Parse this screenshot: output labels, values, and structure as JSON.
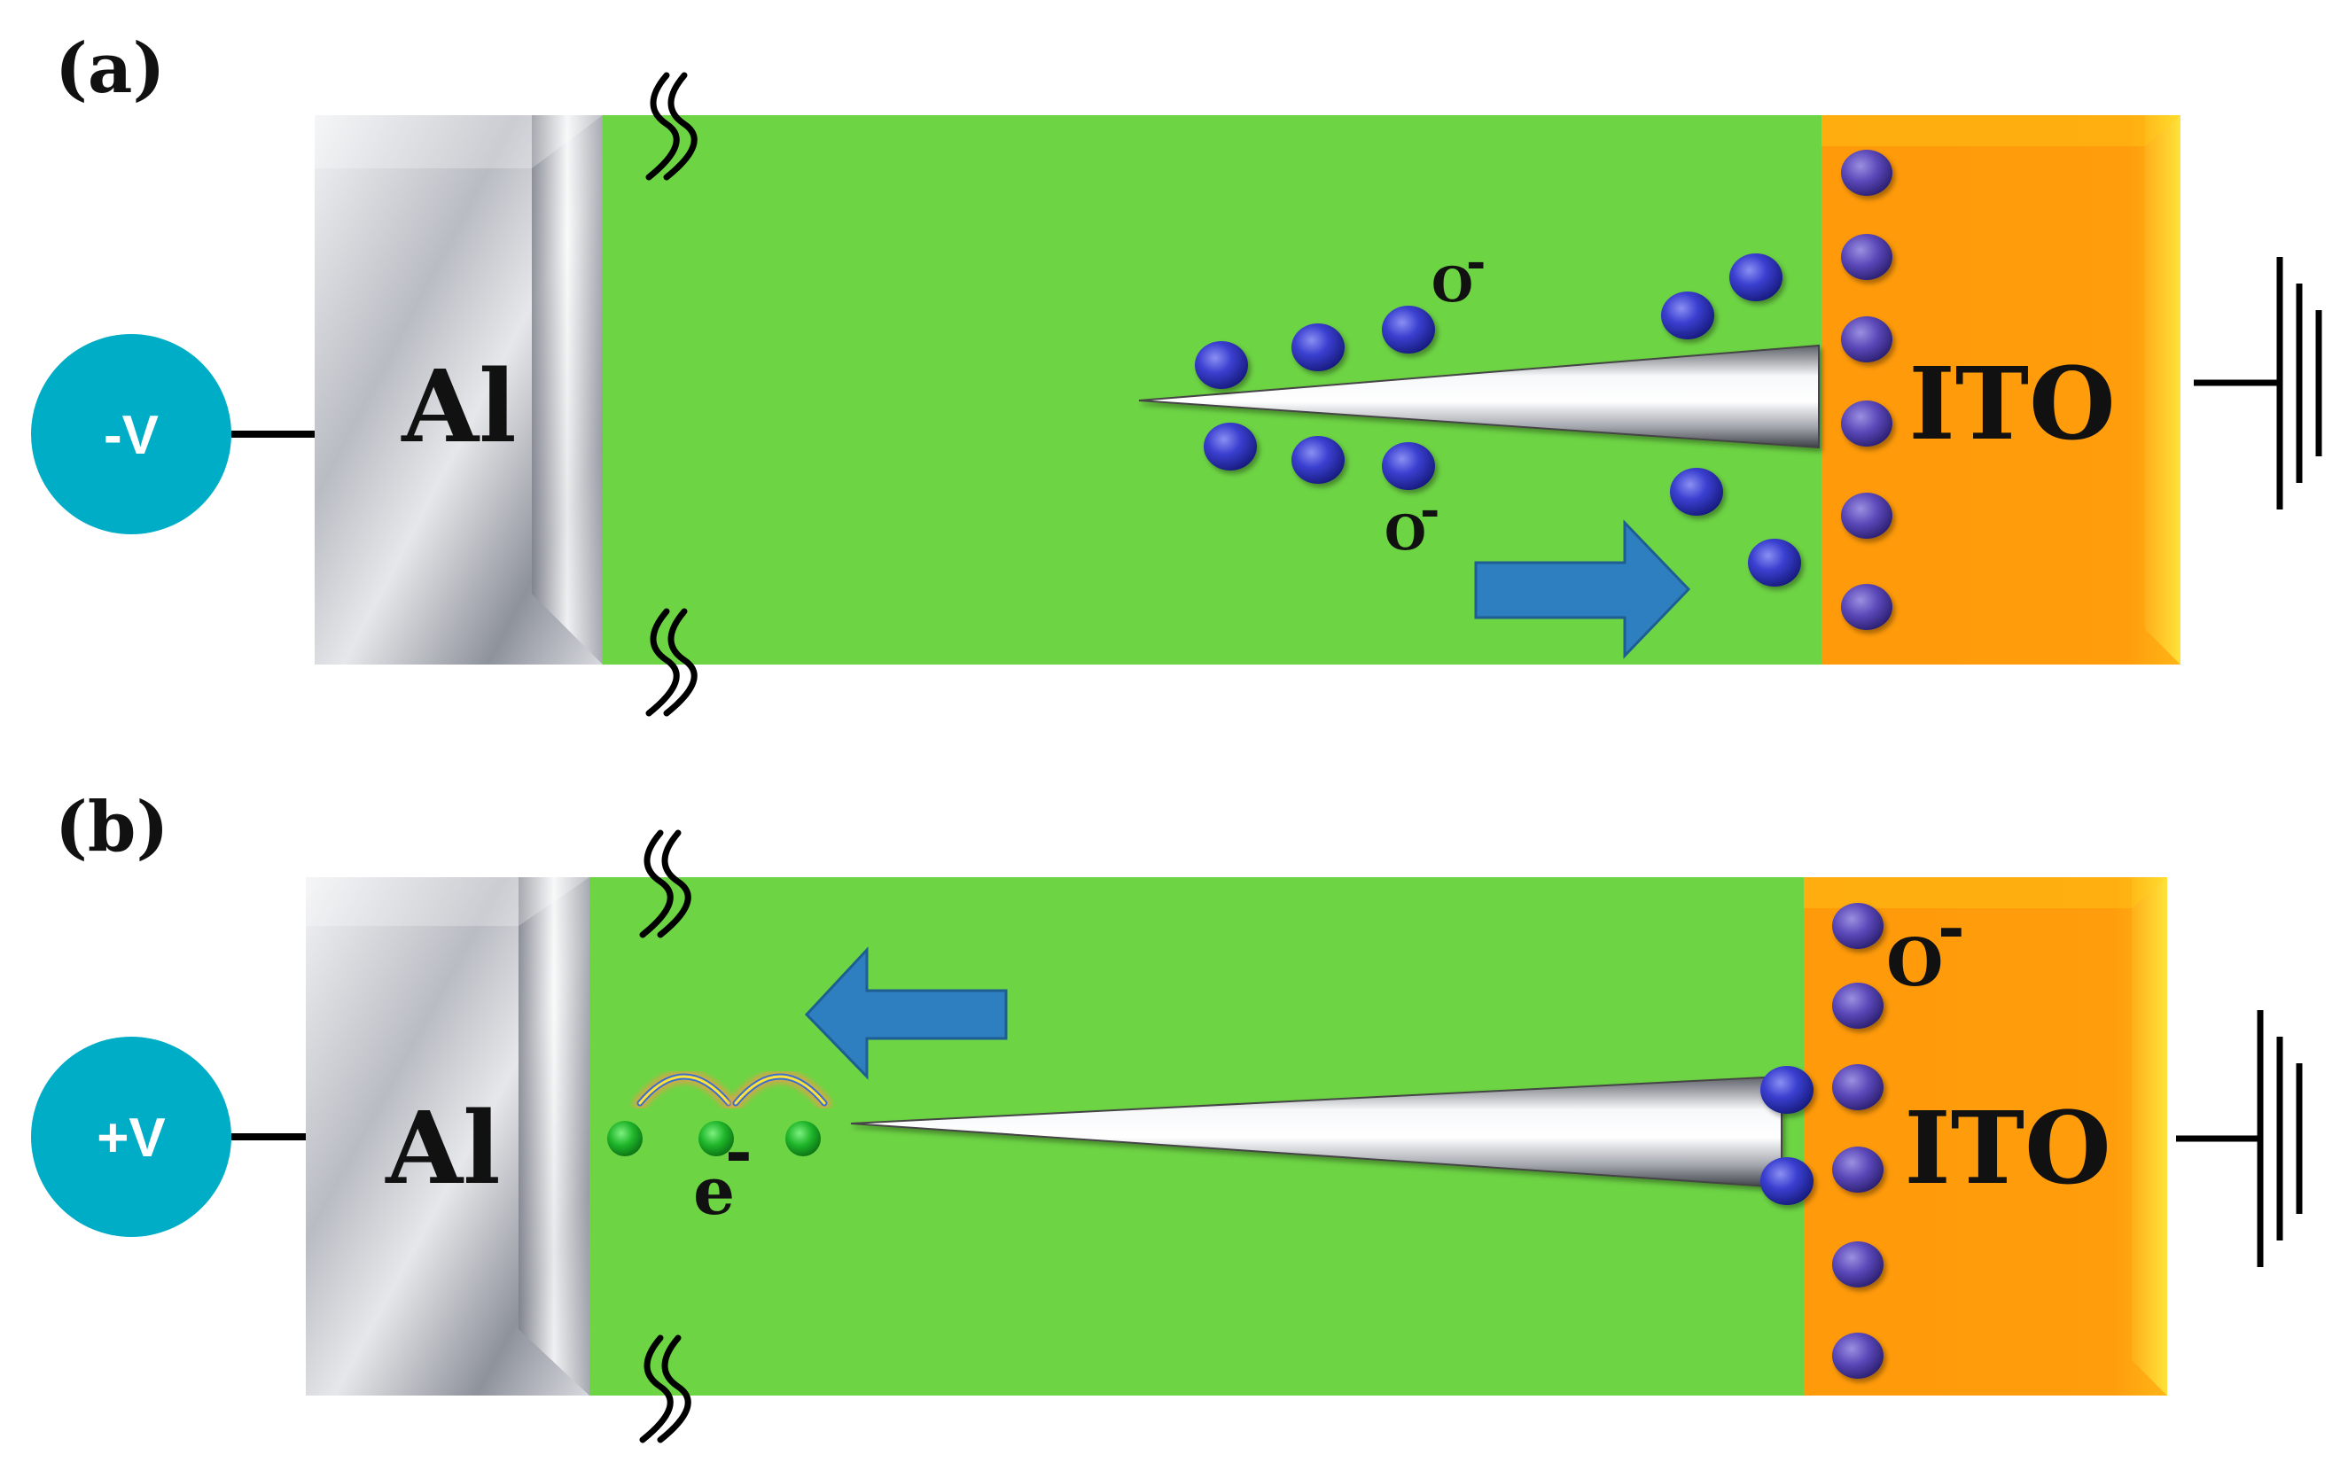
{
  "panel_a": {
    "label": "(a)",
    "voltage": "-V",
    "left_electrode": "Al",
    "right_electrode": "ITO",
    "ion_label_top": "O",
    "ion_label_bottom": "O",
    "ion_charge": "-",
    "arrow_direction": "right"
  },
  "panel_b": {
    "label": "(b)",
    "voltage": "+V",
    "left_electrode": "Al",
    "right_electrode": "ITO",
    "ion_label": "O",
    "ion_charge": "-",
    "electron_label": "e",
    "electron_charge": "-",
    "arrow_direction": "left"
  },
  "colors": {
    "switching_layer": "#6dd444",
    "ito": "#ff9a0a",
    "ito_edge": "#ffd21a",
    "aluminum": "#c9ccd2",
    "source_circle": "#00adc6",
    "arrow": "#2e7fbf",
    "oxygen_ion": "#3a3fd0",
    "electron": "#1fb52a"
  }
}
